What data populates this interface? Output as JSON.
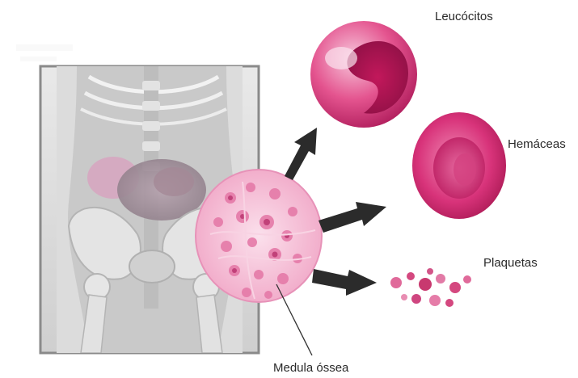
{
  "labels": {
    "leucocitos": "Leucócitos",
    "hemaceas": "Hemáceas",
    "plaquetas": "Plaquetas",
    "medula": "Medula óssea"
  },
  "colors": {
    "cell_pink": "#d6337a",
    "cell_light": "#f3b6d1",
    "marrow_pink": "#f6c6dc",
    "arrow": "#2b2b2b",
    "frame": "#8a8a8a"
  }
}
